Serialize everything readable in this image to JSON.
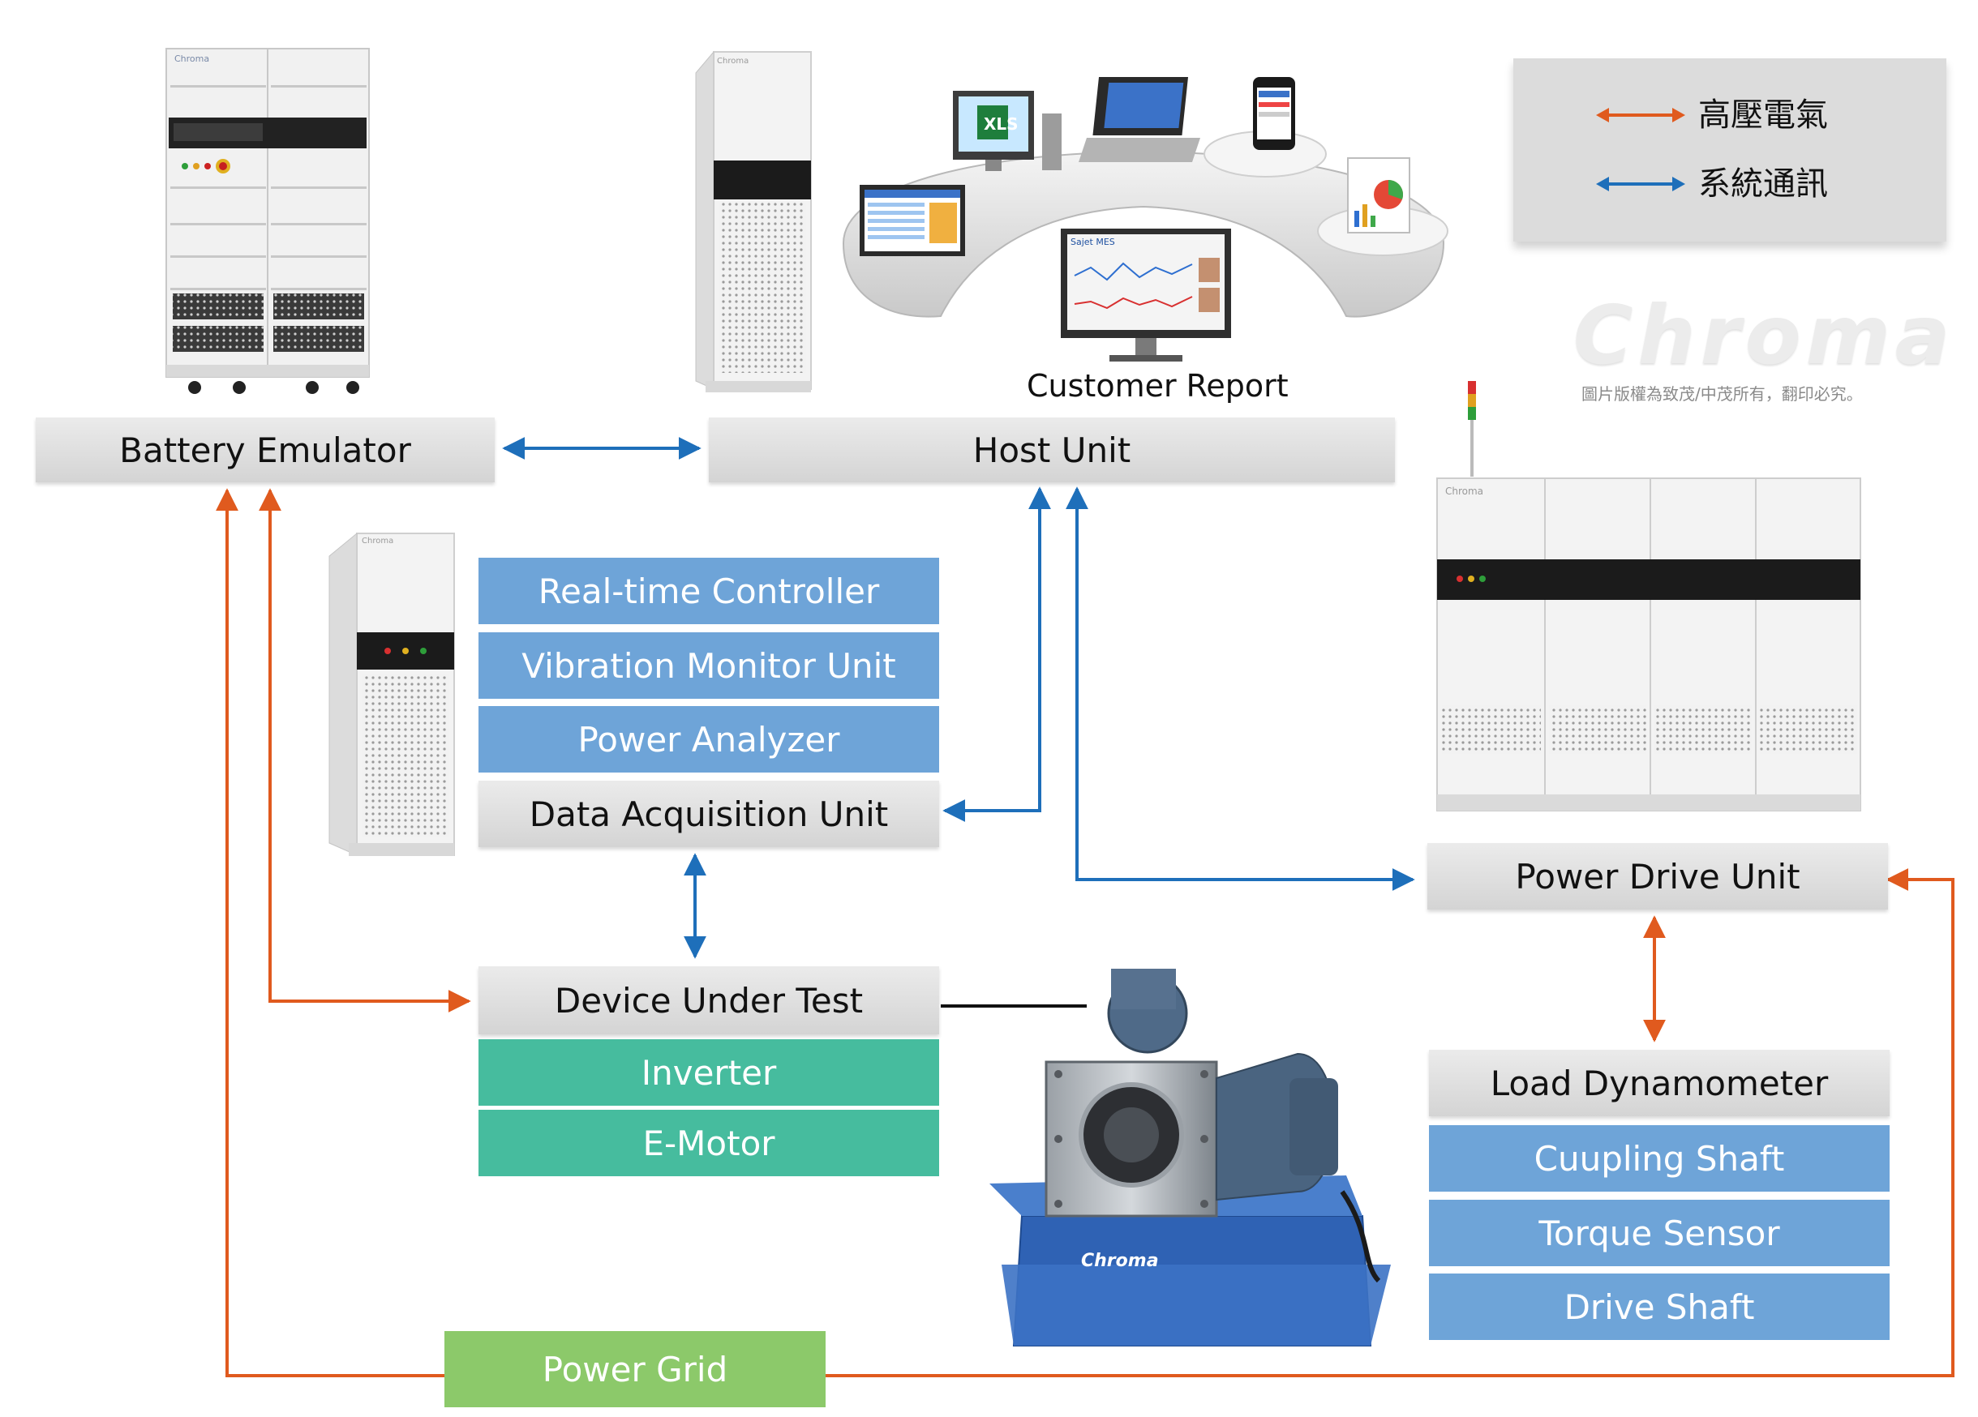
{
  "legend": {
    "power_label": "高壓電氣",
    "comm_label": "系統通訊",
    "power_color": "#e05a1e",
    "comm_color": "#1e6fba"
  },
  "brand": {
    "logo": "Chroma",
    "copyright": "圖片版權為致茂/中茂所有，翻印必究。"
  },
  "customer_report": "Customer Report",
  "boxes": {
    "battery_emulator": "Battery Emulator",
    "host_unit": "Host Unit",
    "realtime_controller": "Real-time Controller",
    "vibration_monitor": "Vibration Monitor Unit",
    "power_analyzer": "Power Analyzer",
    "data_acquisition": "Data Acquisition Unit",
    "device_under_test": "Device Under Test",
    "inverter": "Inverter",
    "emotor": "E-Motor",
    "power_drive_unit": "Power Drive Unit",
    "load_dynamometer": "Load Dynamometer",
    "coupling_shaft": "Cuupling Shaft",
    "torque_sensor": "Torque Sensor",
    "drive_shaft": "Drive Shaft",
    "power_grid": "Power Grid"
  },
  "colors": {
    "gray_box": "#dcdcdc",
    "blue_box": "#6ea4d8",
    "green_box": "#46bc9e",
    "power_grid_box": "#8cc96a"
  },
  "devices": {
    "battery_rack_brand": "Chroma",
    "host_rack_brand": "Chroma",
    "daq_rack_brand": "Chroma",
    "pdu_brand": "Chroma",
    "dyno_brand": "Chroma",
    "excel_label": "XLS",
    "app_title": "Sajet MES"
  }
}
